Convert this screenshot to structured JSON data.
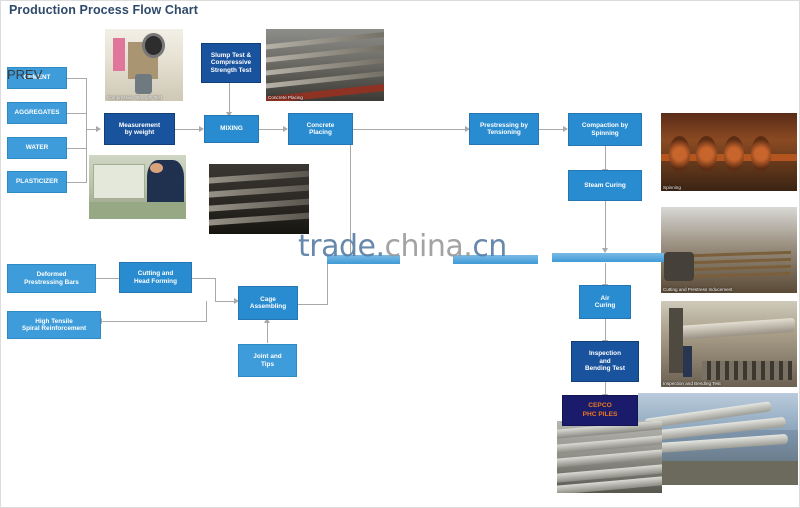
{
  "title": "Production Process Flow Chart",
  "watermark": {
    "part1": "trade.",
    "part2": "china.",
    "part3": "cn"
  },
  "overlay": {
    "prev_label": "PREV"
  },
  "colors": {
    "light_blue": "#3d9cd9",
    "mid_blue": "#2a8cd0",
    "dark_blue": "#19539e",
    "navy": "#1b1b6b",
    "brand_orange": "#e8761f",
    "connector_gray": "#a9a9a9",
    "title_blue": "#2e4a6b"
  },
  "materials": [
    {
      "id": "cement",
      "label": "CEMENT"
    },
    {
      "id": "aggregates",
      "label": "AGGREGATES"
    },
    {
      "id": "water",
      "label": "WATER"
    },
    {
      "id": "plasticizer",
      "label": "PLASTICIZER"
    }
  ],
  "process": {
    "measurement": "Measurement\nby weight",
    "measurement_l1": "Measurement",
    "measurement_l2": "by weight",
    "slump_l1": "Slump Test &",
    "slump_l2": "Compressive",
    "slump_l3": "Strength Test",
    "mixing": "MIXING",
    "concrete_placing_l1": "Concrete",
    "concrete_placing_l2": "Placing",
    "prestressing_l1": "Prestressing by",
    "prestressing_l2": "Tensioning",
    "compaction_l1": "Compaction by",
    "compaction_l2": "Spinning",
    "steam_curing": "Steam Curing",
    "air_curing_l1": "Air",
    "air_curing_l2": "Curing",
    "inspection_l1": "Inspection",
    "inspection_l2": "and",
    "inspection_l3": "Bending Test",
    "product_l1": "CEPCO",
    "product_l2": "PHC PILES"
  },
  "reinforcement": {
    "deformed_l1": "Deformed",
    "deformed_l2": "Prestressing Bars",
    "cutting_l1": "Cutting and",
    "cutting_l2": "Head Forming",
    "spiral_l1": "High Tensile",
    "spiral_l2": "Spiral Reinforcement",
    "cage_l1": "Cage",
    "cage_l2": "Assembling",
    "joint_l1": "Joint and",
    "joint_l2": "Tips"
  },
  "photos": [
    {
      "id": "compressive-test",
      "caption": "Compressive Strength Test"
    },
    {
      "id": "steel-bed",
      "caption": "Concrete Placing"
    },
    {
      "id": "control-room",
      "caption": ""
    },
    {
      "id": "moulds",
      "caption": ""
    },
    {
      "id": "spinning",
      "caption": "Spinning"
    },
    {
      "id": "bars-tensioning",
      "caption": "Cutting and Prestress Inducement"
    },
    {
      "id": "bending-test",
      "caption": "Inspection and Bending Test"
    },
    {
      "id": "piles-yard",
      "caption": ""
    },
    {
      "id": "piles-stack",
      "caption": ""
    }
  ]
}
